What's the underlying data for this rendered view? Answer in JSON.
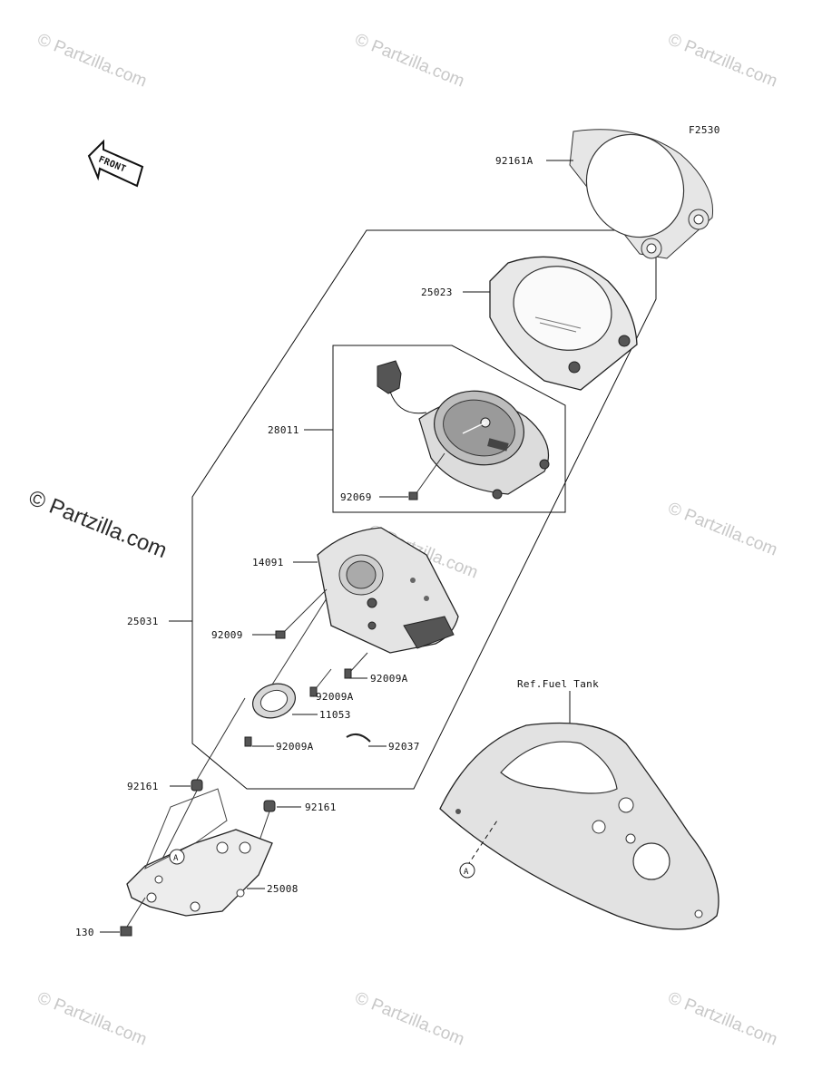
{
  "figure_code": "F2530",
  "front_marker": "FRONT",
  "reference_label": "Ref.Fuel Tank",
  "callout_marker": "A",
  "watermarks": {
    "small": "© Partzilla.com",
    "large": "© Partzilla.com"
  },
  "parts": [
    {
      "id": "p_92161A",
      "label": "92161A"
    },
    {
      "id": "p_25023",
      "label": "25023"
    },
    {
      "id": "p_28011",
      "label": "28011"
    },
    {
      "id": "p_92069",
      "label": "92069"
    },
    {
      "id": "p_14091",
      "label": "14091"
    },
    {
      "id": "p_25031",
      "label": "25031"
    },
    {
      "id": "p_92009",
      "label": "92009"
    },
    {
      "id": "p_92009A_1",
      "label": "92009A"
    },
    {
      "id": "p_92009A_2",
      "label": "92009A"
    },
    {
      "id": "p_11053",
      "label": "11053"
    },
    {
      "id": "p_92009A_3",
      "label": "92009A"
    },
    {
      "id": "p_92037",
      "label": "92037"
    },
    {
      "id": "p_92161_1",
      "label": "92161"
    },
    {
      "id": "p_92161_2",
      "label": "92161"
    },
    {
      "id": "p_25008",
      "label": "25008"
    },
    {
      "id": "p_130",
      "label": "130"
    }
  ]
}
